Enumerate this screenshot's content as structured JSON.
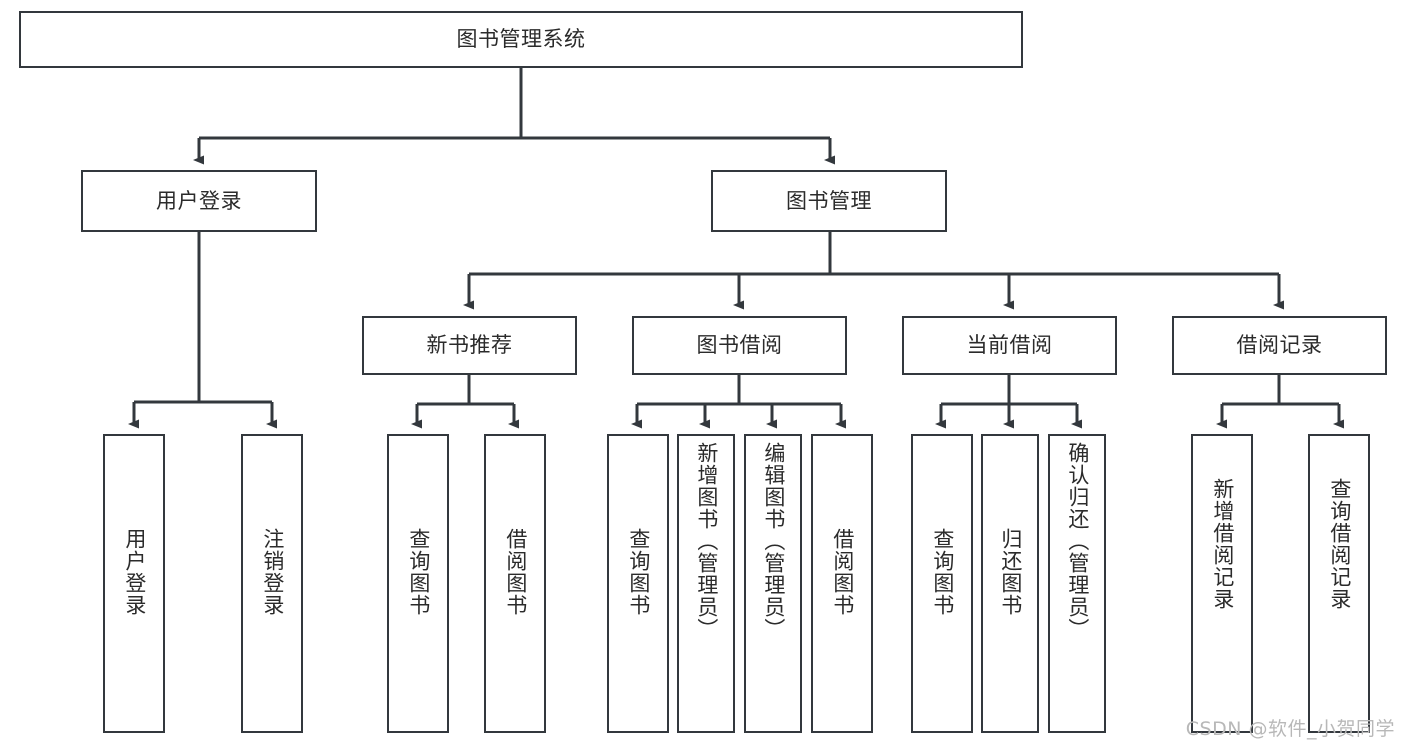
{
  "diagram": {
    "title": "图书管理系统",
    "type": "hierarchy-tree",
    "colors": {
      "box_border": "#33383d",
      "box_fill": "#ffffff",
      "edge": "#33383d",
      "text": "#2b2b2b",
      "watermark": "#b8b8b8"
    },
    "root": {
      "label": "图书管理系统"
    },
    "level2": [
      {
        "label": "用户登录"
      },
      {
        "label": "图书管理"
      }
    ],
    "level3": [
      {
        "label": "新书推荐"
      },
      {
        "label": "图书借阅"
      },
      {
        "label": "当前借阅"
      },
      {
        "label": "借阅记录"
      }
    ],
    "leaves": {
      "user_login": [
        {
          "label": "用户登录"
        },
        {
          "label": "注销登录"
        }
      ],
      "new_book_recommend": [
        {
          "label": "查询图书"
        },
        {
          "label": "借阅图书"
        }
      ],
      "book_borrow": [
        {
          "label": "查询图书"
        },
        {
          "label": "新增图书（管理员）"
        },
        {
          "label": "编辑图书（管理员）"
        },
        {
          "label": "借阅图书"
        }
      ],
      "current_borrow": [
        {
          "label": "查询图书"
        },
        {
          "label": "归还图书"
        },
        {
          "label": "确认归还（管理员）"
        }
      ],
      "borrow_record": [
        {
          "label": "新增借阅记录"
        },
        {
          "label": "查询借阅记录"
        }
      ]
    }
  },
  "watermark": {
    "text": "CSDN @软件_小贺同学"
  }
}
